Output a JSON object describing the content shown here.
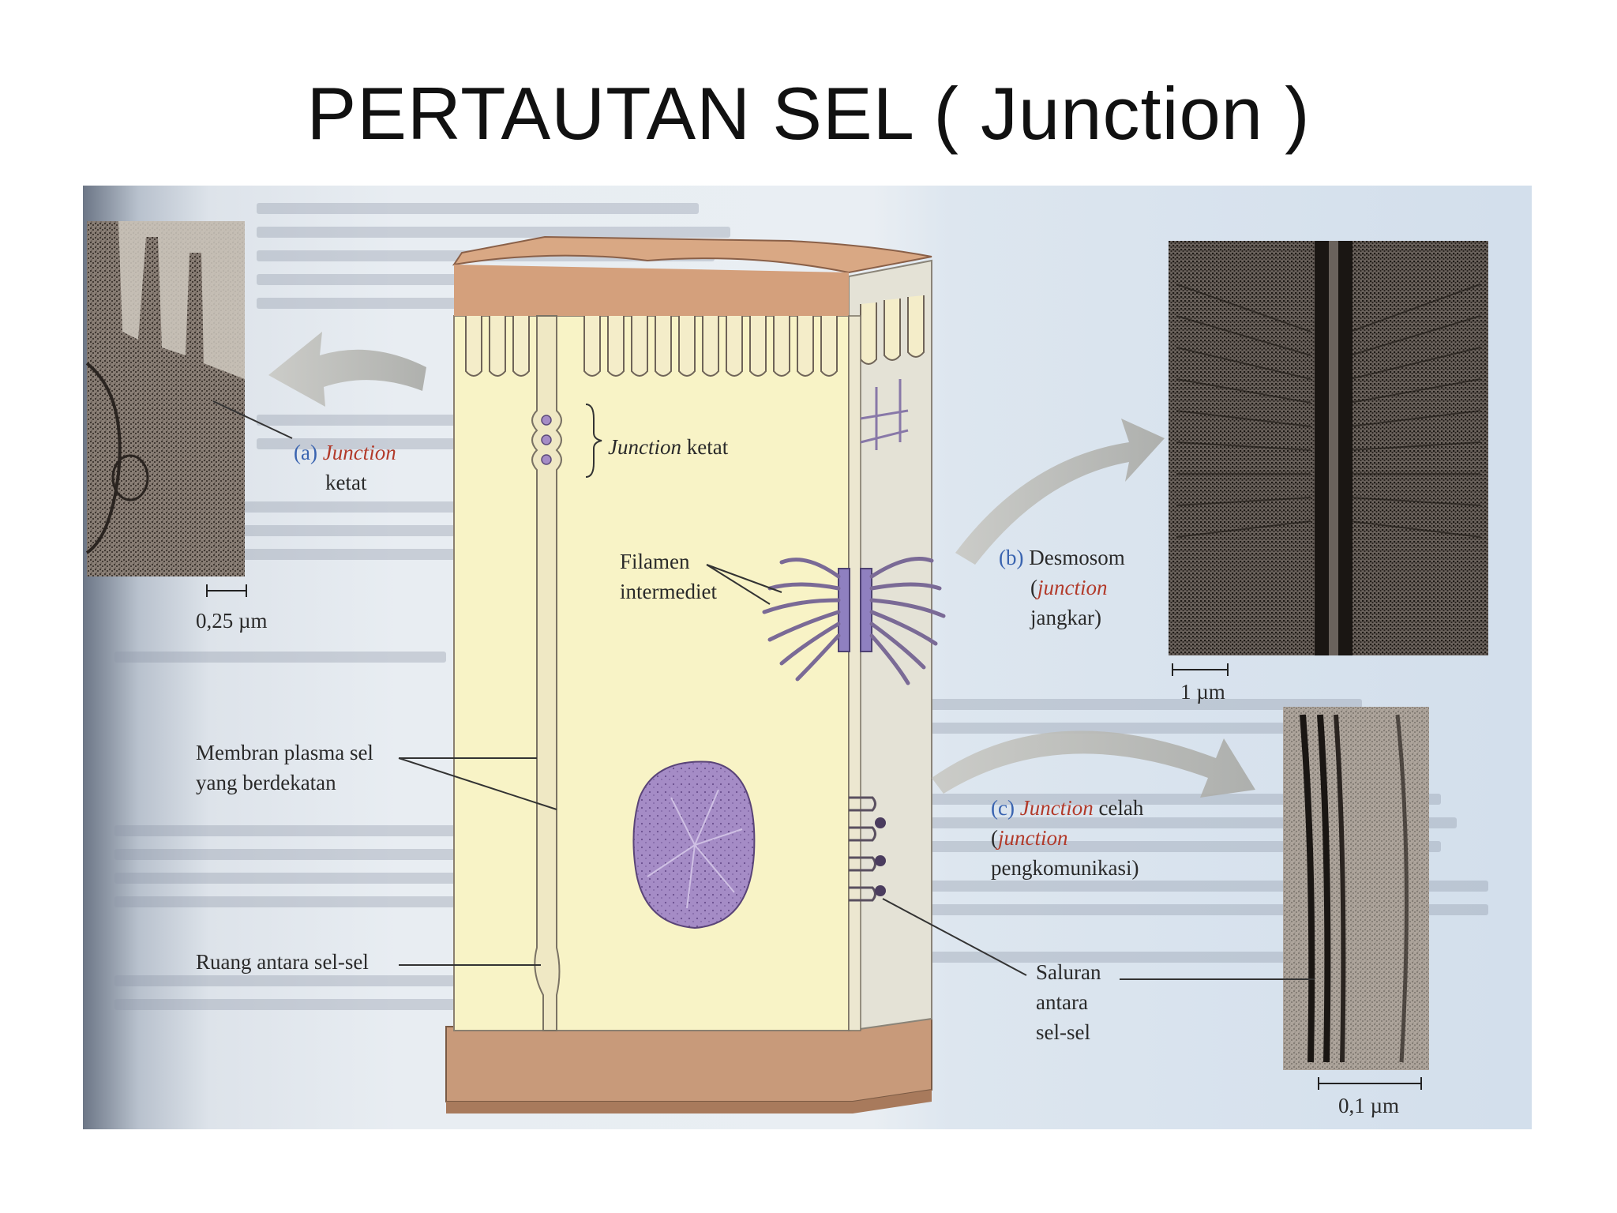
{
  "title": "PERTAUTAN SEL ( Junction )",
  "labels": {
    "a_tag": "(a)",
    "a_junction": "Junction",
    "a_ketat": "ketat",
    "scale_a": "0,25 µm",
    "tight_junction_word": "Junction",
    "tight_junction_rest": " ketat",
    "filamen": "Filamen",
    "intermediet": "intermediet",
    "membran_1": "Membran plasma sel",
    "membran_2": "yang berdekatan",
    "ruang": "Ruang antara sel-sel",
    "b_tag": "(b)",
    "b_desmosom": "Desmosom",
    "b_open": "(",
    "b_junction": "junction",
    "b_jangkar": "jangkar)",
    "scale_b": "1 µm",
    "c_tag": "(c)",
    "c_junction": "Junction",
    "c_celah": " celah",
    "c_open": "(",
    "c_junction2": "junction",
    "c_pengkomunikasi": "pengkomunikasi)",
    "saluran_1": "Saluran",
    "saluran_2": "antara",
    "saluran_3": "sel-sel",
    "scale_c": "0,1 µm"
  },
  "colors": {
    "cytoplasm": "#f8f3c6",
    "top_surface": "#d9a884",
    "base": "#c89a7a",
    "nucleus": "#a48ac4",
    "accent_label": "#3a64b0",
    "italic_label": "#b23a2a",
    "filament": "#7a6a96"
  }
}
